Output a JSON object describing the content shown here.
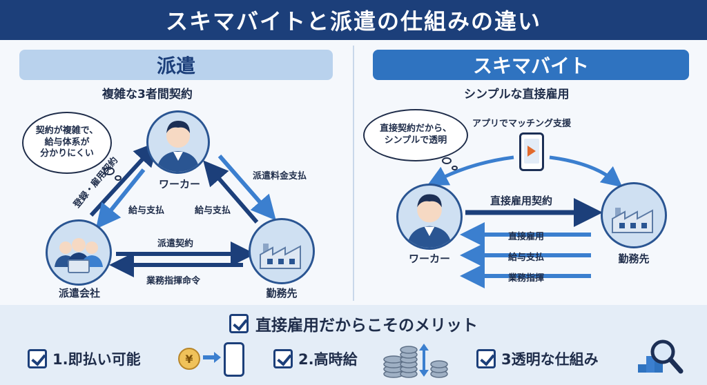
{
  "header": {
    "title": "スキマバイトと派遣の仕組みの違い"
  },
  "haken": {
    "title": "派遣",
    "subtitle": "複雑な3者間契約",
    "bubble": "契約が複雑で、\n給与体系が\n分かりにくい",
    "nodes": {
      "worker": "ワーカー",
      "agency": "派遣会社",
      "client": "勤務先"
    },
    "arrows": {
      "registration": "登録・雇用契約",
      "salary_left": "給与支払",
      "salary_right": "給与支払",
      "fee": "派遣料金支払",
      "dispatch_contract": "派遣契約",
      "instruction": "業務指揮命令"
    }
  },
  "skima": {
    "title": "スキマバイト",
    "subtitle": "シンプルな直接雇用",
    "bubble": "直接契約だから、\nシンプルで透明",
    "app_label": "アプリでマッチング支援",
    "nodes": {
      "worker": "ワーカー",
      "client": "勤務先"
    },
    "arrows": {
      "direct_contract": "直接雇用契約",
      "direct_employment": "直接雇用",
      "salary": "給与支払",
      "instruction": "業務指揮"
    }
  },
  "benefits": {
    "heading": "直接雇用だからこそのメリット",
    "items": [
      "1.即払い可能",
      "2.高時給",
      "3透明な仕組み"
    ],
    "yen_symbol": "¥"
  },
  "colors": {
    "navy": "#1c3f7a",
    "blue": "#2f73c0",
    "light_blue": "#b9d2ed",
    "arrow_blue": "#3b7fcf"
  }
}
